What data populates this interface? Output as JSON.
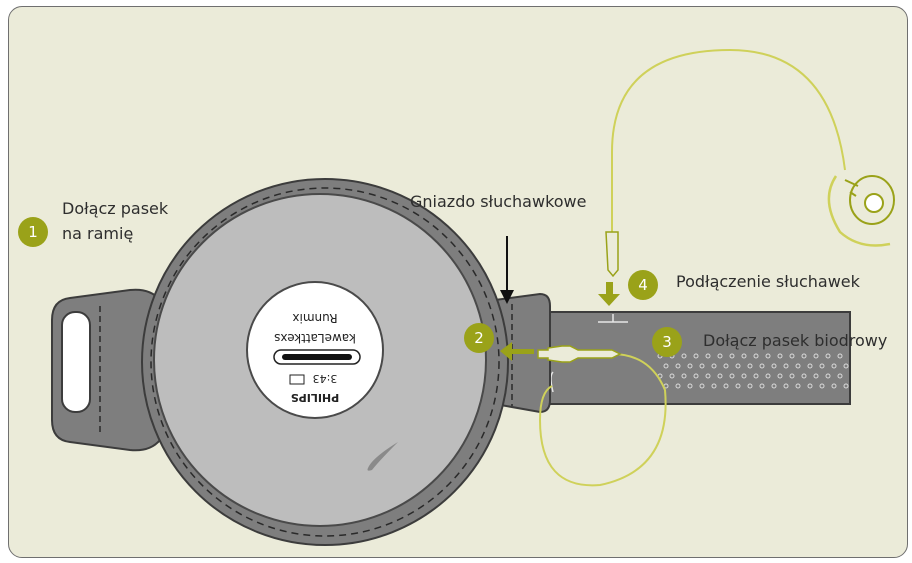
{
  "colors": {
    "panel_bg": "#ebebd9",
    "accent": "#9aa219",
    "cable": "#cfd15a",
    "strap": "#7d7d7d",
    "disc": "#bdbdbd"
  },
  "steps": [
    {
      "number": "1",
      "label": "Dołącz pasek",
      "label_line2": "na ramię"
    },
    {
      "number": "2"
    },
    {
      "number": "3",
      "label": "Dołącz pasek biodrowy"
    },
    {
      "number": "4",
      "label": "Podłączenie słuchawek"
    }
  ],
  "callouts": {
    "headphone_jack": "Gniazdo słuchawkowe"
  },
  "device": {
    "brand": "PHILIPS",
    "model": "Runmix",
    "display_line": "kaweLattkexs",
    "time": "3:43"
  }
}
